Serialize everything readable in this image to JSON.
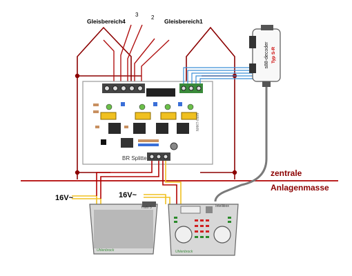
{
  "labels": {
    "gleisbereich4": "Gleisbereich4",
    "num3": "3",
    "num2": "2",
    "gleisbereich1": "Gleisbereich1",
    "decoder_name": "s88-decoder",
    "decoder_type": "Typ S-R",
    "board_name": "BR Splitter",
    "board_code": "NHKT-0105",
    "voltage_left": "16V~",
    "voltage_right": "16V~",
    "ground_line1": "zentrale",
    "ground_line2": "Anlagenmasse",
    "transformer_label": "Trafo 5",
    "transformer_brand": "Uhlenbrock",
    "controller_label": "Intellibox",
    "controller_brand": "Uhlenbrock"
  },
  "colors": {
    "track_wire": "#8b0000",
    "ground_line": "#b00000",
    "signal_wire": "#3a8fd8",
    "cable_grey": "#7a7a7a",
    "power_yellow": "#f0c020",
    "text_ground": "#8b0000",
    "text_decoder_type": "#cc0000"
  },
  "icons": {
    "board": "pcb-icon",
    "decoder": "decoder-module-icon",
    "transformer": "transformer-icon",
    "controller": "command-station-icon"
  }
}
